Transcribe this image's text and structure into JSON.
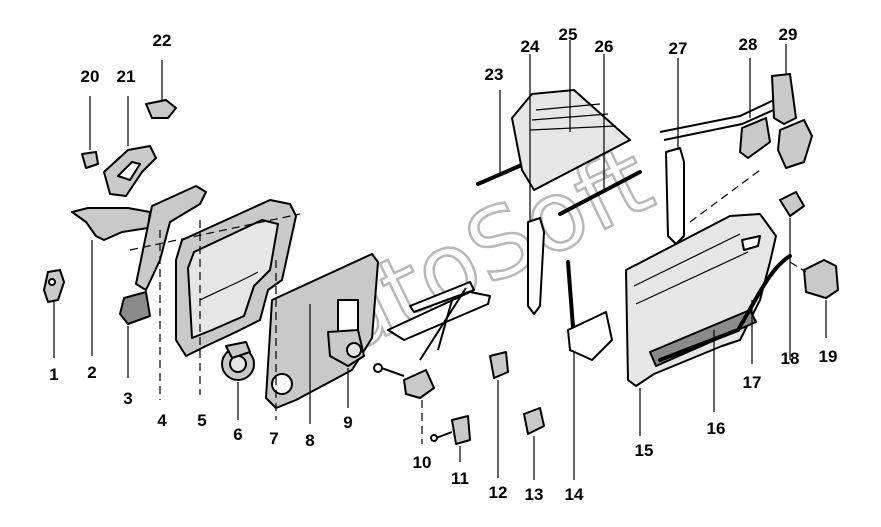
{
  "watermark": "AutoSoft",
  "callouts": [
    {
      "id": 1,
      "label": "1"
    },
    {
      "id": 2,
      "label": "2"
    },
    {
      "id": 3,
      "label": "3"
    },
    {
      "id": 4,
      "label": "4"
    },
    {
      "id": 5,
      "label": "5"
    },
    {
      "id": 6,
      "label": "6"
    },
    {
      "id": 7,
      "label": "7"
    },
    {
      "id": 8,
      "label": "8"
    },
    {
      "id": 9,
      "label": "9"
    },
    {
      "id": 10,
      "label": "10"
    },
    {
      "id": 11,
      "label": "11"
    },
    {
      "id": 12,
      "label": "12"
    },
    {
      "id": 13,
      "label": "13"
    },
    {
      "id": 14,
      "label": "14"
    },
    {
      "id": 15,
      "label": "15"
    },
    {
      "id": 16,
      "label": "16"
    },
    {
      "id": 17,
      "label": "17"
    },
    {
      "id": 18,
      "label": "18"
    },
    {
      "id": 19,
      "label": "19"
    },
    {
      "id": 20,
      "label": "20"
    },
    {
      "id": 21,
      "label": "21"
    },
    {
      "id": 22,
      "label": "22"
    },
    {
      "id": 23,
      "label": "23"
    },
    {
      "id": 24,
      "label": "24"
    },
    {
      "id": 25,
      "label": "25"
    },
    {
      "id": 26,
      "label": "26"
    },
    {
      "id": 27,
      "label": "27"
    },
    {
      "id": 28,
      "label": "28"
    },
    {
      "id": 29,
      "label": "29"
    }
  ]
}
